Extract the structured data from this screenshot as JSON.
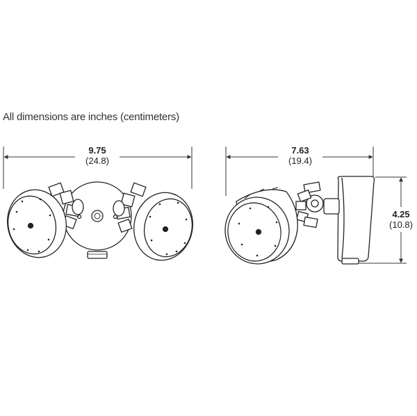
{
  "note": "All dimensions are inches (centimeters)",
  "front_view": {
    "width_in": "9.75",
    "width_cm": "(24.8)"
  },
  "side_view": {
    "depth_in": "7.63",
    "depth_cm": "(19.4)",
    "height_in": "4.25",
    "height_cm": "(10.8)"
  },
  "colors": {
    "line": "#222222",
    "dim_line": "#333333"
  }
}
